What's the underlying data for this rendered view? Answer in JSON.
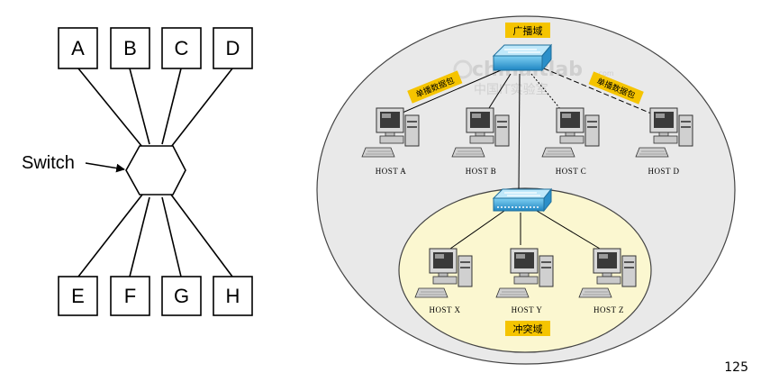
{
  "left_diagram": {
    "switch_label": "Switch",
    "top_nodes": [
      "A",
      "B",
      "C",
      "D"
    ],
    "bottom_nodes": [
      "E",
      "F",
      "G",
      "H"
    ]
  },
  "right_diagram": {
    "broadcast_domain_label": "广播域",
    "collision_domain_label": "冲突域",
    "unicast_label_left": "单播数据包",
    "unicast_label_right": "单播数据包",
    "top_hosts": [
      "HOST A",
      "HOST B",
      "HOST C",
      "HOST D"
    ],
    "bottom_hosts": [
      "HOST X",
      "HOST Y",
      "HOST Z"
    ],
    "watermark_top": "chinaitlab",
    "watermark_suffix": ".com",
    "watermark_bottom": "中国IT实验室",
    "colors": {
      "outer_ellipse": "#e9e9e9",
      "inner_ellipse": "#fbf7d0",
      "label_bg": "#f5c400",
      "switch": "#3ca6d8"
    }
  },
  "page_number": "125"
}
